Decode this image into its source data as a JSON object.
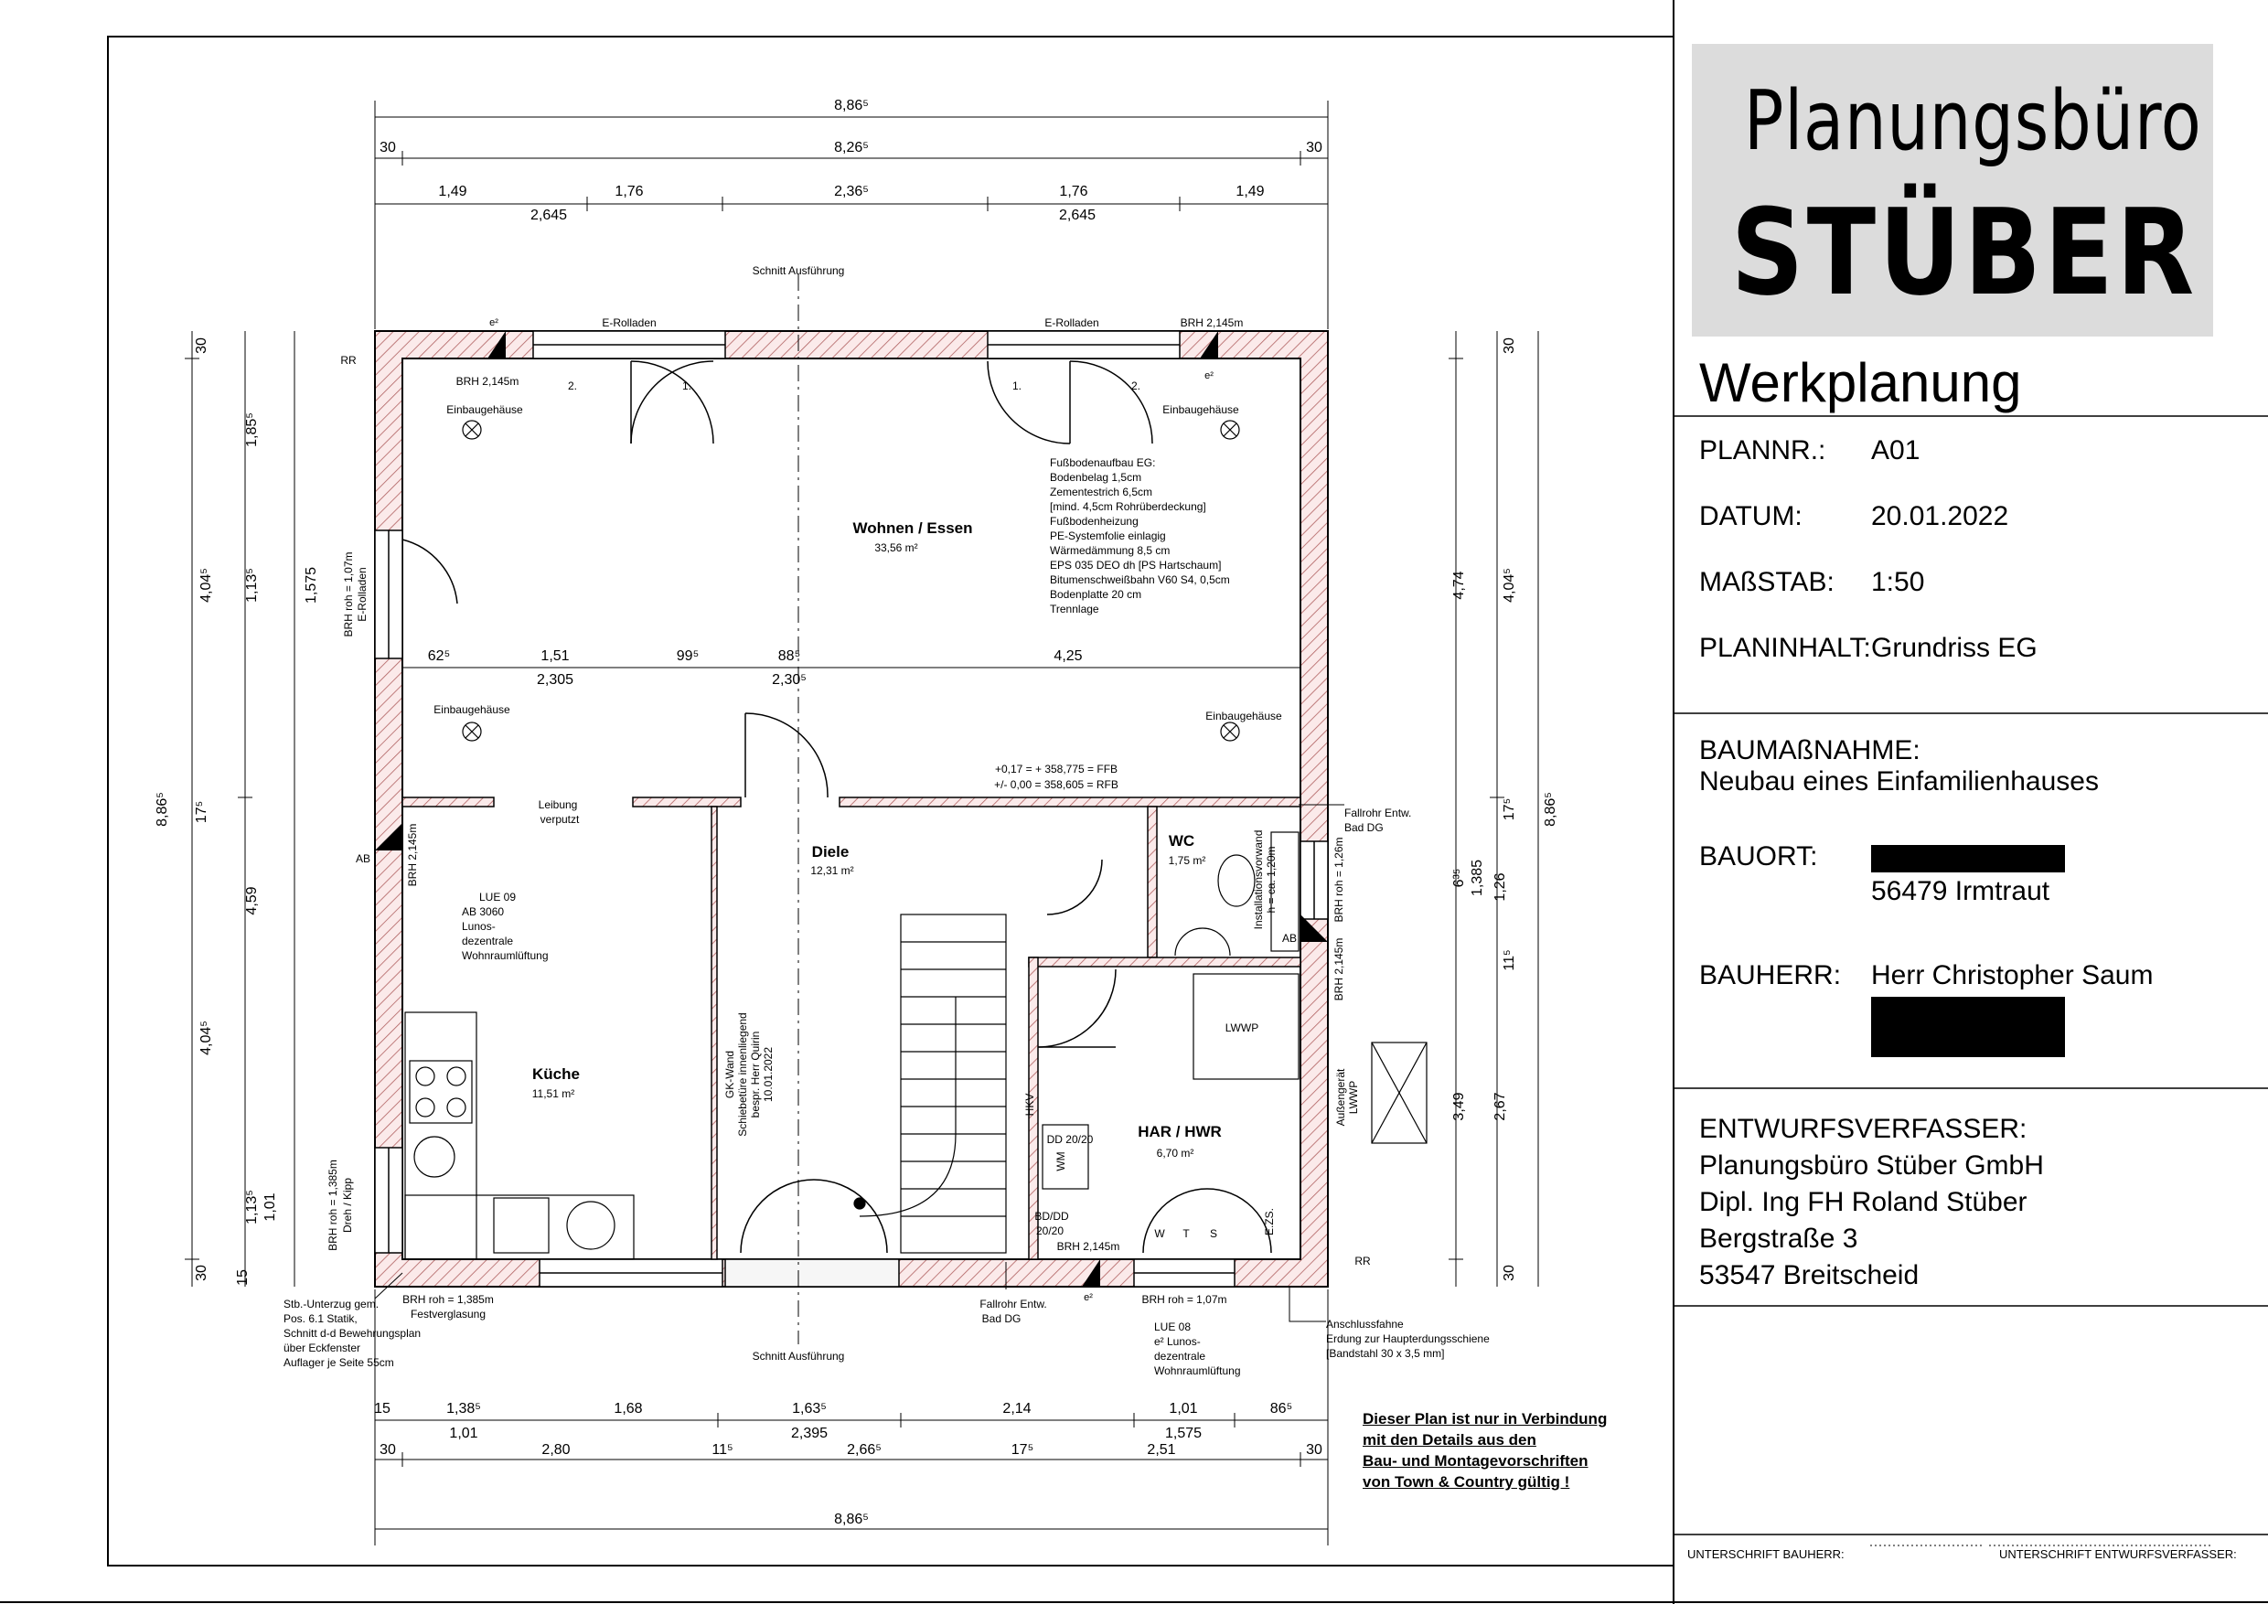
{
  "plan": {
    "overall_dims": [
      "8,86⁵",
      "8,26⁵",
      "30",
      "30"
    ],
    "top_segments": [
      "1,49",
      "1,76",
      "2,36⁵",
      "1,76",
      "1,49"
    ],
    "top_segments_2": [
      "2,645",
      "2,645"
    ],
    "bottom_segments_1": [
      "15",
      "1,38⁵",
      "1,68",
      "1,63⁵",
      "2,14",
      "1,01",
      "86⁵"
    ],
    "bottom_segments_2": [
      "1,01",
      "2,395",
      "1,575"
    ],
    "bottom_segments_3": [
      "30",
      "2,80",
      "11⁵",
      "2,66⁵",
      "17⁵",
      "2,51",
      "30"
    ],
    "bottom_total": "8,86⁵",
    "left_dims": [
      "30",
      "1,85⁵",
      "4,04⁵",
      "1,13⁵",
      "1,575",
      "8,86⁵",
      "17⁵",
      "4,59",
      "4,04⁵",
      "1,13⁵",
      "1,01",
      "30",
      "15"
    ],
    "right_dims": [
      "30",
      "4,04⁵",
      "4,74",
      "8,86⁵",
      "17⁵",
      "6³⁵",
      "1,385",
      "1,26",
      "11⁵",
      "3,49",
      "2,67",
      "30"
    ],
    "mid_dims": [
      "62⁵",
      "1,51",
      "99⁵",
      "88⁵",
      "4,25",
      "2,305",
      "2,30⁵"
    ],
    "rooms": [
      {
        "name": "Wohnen / Essen",
        "area": "33,56 m²"
      },
      {
        "name": "Diele",
        "area": "12,31 m²"
      },
      {
        "name": "Küche",
        "area": "11,51 m²"
      },
      {
        "name": "WC",
        "area": "1,75 m²"
      },
      {
        "name": "HAR / HWR",
        "area": "6,70 m²"
      }
    ],
    "floor_build_up": [
      "Fußbodenaufbau EG:",
      "Bodenbelag 1,5cm",
      "Zementestrich 6,5cm",
      "[mind. 4,5cm Rohrüberdeckung]",
      "Fußbodenheizung",
      "PE-Systemfolie einlagig",
      "Wärmedämmung 8,5 cm",
      "EPS 035 DEO dh [PS Hartschaum]",
      "Bitumenschweißbahn V60 S4, 0,5cm",
      "Bodenplatte 20 cm",
      "Trennlage"
    ],
    "level_marks": [
      "+0,17 = + 358,775 = FFB",
      "+/- 0,00 = 358,605 = RFB"
    ],
    "section_label": "Schnitt Ausführung",
    "annotations": {
      "e_rolladen": "E-Rolladen",
      "brh_2145": "BRH 2,145m",
      "einbaugehaeuse": "Einbaugehäuse",
      "leibung": [
        "Leibung",
        "verputzt"
      ],
      "lue09": [
        "LUE 09",
        "AB 3060",
        "Lunos-",
        "dezentrale",
        "Wohnraumlüftung"
      ],
      "lue08": [
        "LUE 08",
        "e² Lunos-",
        "dezentrale",
        "Wohnraumlüftung"
      ],
      "gk_wand": [
        "GK-Wand",
        "Schiebetüre innenliegend",
        "bespr. Herr Quirin",
        "10.01.2022"
      ],
      "stb_unterzug": [
        "Stb.-Unterzug gem.",
        "Pos. 6.1 Statik,",
        "Schnitt d-d Bewehrungsplan",
        "über Eckfenster",
        "Auflager je Seite 55cm"
      ],
      "brh_festverglasung": [
        "BRH roh = 1,385m",
        "Festverglasung"
      ],
      "brh_107": "BRH roh = 1,07m",
      "brh_1385_dreh": [
        "BRH roh = 1,385m",
        "Dreh / Kipp"
      ],
      "brh_107_left": [
        "BRH roh = 1,07m",
        "E-Rolladen"
      ],
      "fallrohr_top": [
        "Fallrohr Entw.",
        "Bad DG"
      ],
      "fallrohr_bottom": [
        "Fallrohr Entw.",
        "Bad DG"
      ],
      "anschlussfahne": [
        "Anschlussfahne",
        "Erdung zur Haupterdungsschiene",
        "[Bandstahl 30 x 3,5 mm]"
      ],
      "installationsvorwand": [
        "Installationsvorwand",
        "h = ca. 1,20m"
      ],
      "aussengeraet": [
        "Außengerät",
        "LWWP"
      ],
      "lwwp": "LWWP",
      "dd": "DD 20/20",
      "bd_dd": [
        "BD/DD",
        "20/20"
      ],
      "wm": "WM",
      "wts": [
        "W",
        "T",
        "S"
      ],
      "ezs": "E.ZS.",
      "hkv": "HKV",
      "rr": "RR",
      "ab": "AB",
      "brh_126": "BRH roh = 1,26m",
      "brh_2145_r": "BRH 2,145m",
      "win_1": "1.",
      "win_2": "2.",
      "e2": "e²"
    }
  },
  "title_block": {
    "logo_line1": "Planungsbüro",
    "logo_line2": "STÜBER",
    "heading": "Werkplanung",
    "plannr_label": "PLANNR.:",
    "plannr": "A01",
    "datum_label": "DATUM:",
    "datum": "20.01.2022",
    "massstab_label": "MAßSTAB:",
    "massstab": "1:50",
    "planinhalt_label": "PLANINHALT:",
    "planinhalt": "Grundriss EG",
    "baumassnahme_label": "BAUMAßNAHME:",
    "baumassnahme": "Neubau eines Einfamilienhauses",
    "bauort_label": "BAUORT:",
    "bauort": "56479 Irmtraut",
    "bauherr_label": "BAUHERR:",
    "bauherr": "Herr Christopher Saum",
    "entwurf_label": "ENTWURFSVERFASSER:",
    "entwurf_lines": [
      "Planungsbüro Stüber GmbH",
      "Dipl. Ing FH Roland Stüber",
      "Bergstraße 3",
      "53547 Breitscheid"
    ],
    "sig_bauherr": "UNTERSCHRIFT BAUHERR:",
    "sig_entwurf": "UNTERSCHRIFT ENTWURFSVERFASSER:"
  },
  "note": [
    "Dieser Plan ist nur in Verbindung",
    "mit den Details aus den",
    "Bau- und Montagevorschriften",
    "von Town & Country gültig !"
  ]
}
